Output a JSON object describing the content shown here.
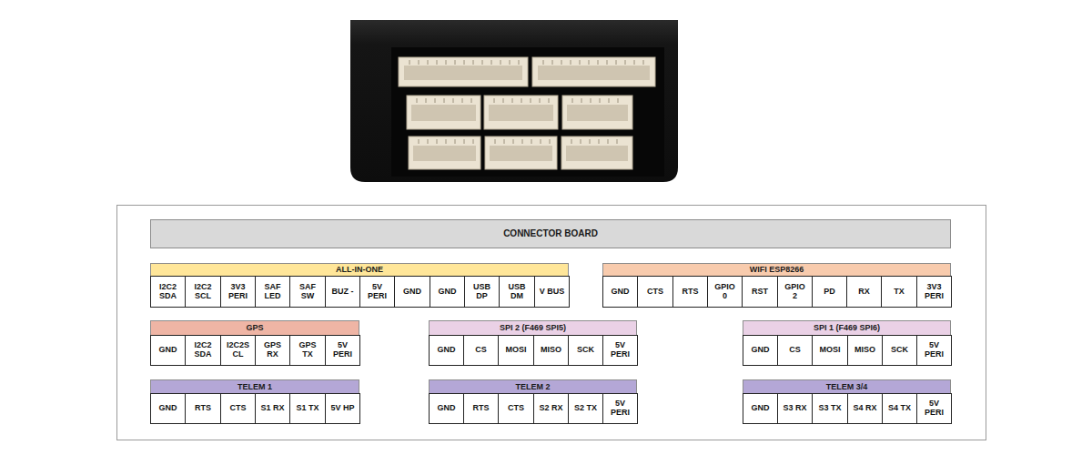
{
  "diagram": {
    "nodes": [
      {
        "text": [
          "CONNECTOR BOARD"
        ]
      },
      {
        "text": [
          "ALL-IN-ONE"
        ]
      },
      {
        "text": [
          "WIFI ESP8266"
        ]
      },
      {
        "text": [
          "GPS"
        ]
      },
      {
        "text": [
          "SPI 2 (F469 SPI5)"
        ]
      },
      {
        "text": [
          "SPI 1 (F469 SPI6)"
        ]
      },
      {
        "text": [
          "TELEM 1"
        ]
      },
      {
        "text": [
          "TELEM 2"
        ]
      },
      {
        "text": [
          "TELEM 3/4"
        ]
      }
    ],
    "labels": [
      "I2C2 SDA",
      "I2C2 SCL",
      "3V3 PERI",
      "SAF LED",
      "SAF SW",
      "BUZ -",
      "5V PERI",
      "GND",
      "GND",
      "USB DP",
      "USB DM",
      "V BUS",
      "GND",
      "CTS",
      "RTS",
      "GPIO 0",
      "RST",
      "GPIO 2",
      "PD",
      "RX",
      "TX",
      "3V3 PERI",
      "GND",
      "I2C2 SDA",
      "I2C2S CL",
      "GPS RX",
      "GPS TX",
      "5V PERI",
      "GND",
      "CS",
      "MOSI",
      "MISO",
      "SCK",
      "5V PERI",
      "GND",
      "CS",
      "MOSI",
      "MISO",
      "SCK",
      "5V PERI",
      "GND",
      "RTS",
      "CTS",
      "S1 RX",
      "S1 TX",
      "5V HP",
      "GND",
      "RTS",
      "CTS",
      "S2 RX",
      "S2 TX",
      "5V PERI",
      "GND",
      "S3 RX",
      "S3 TX",
      "S4 RX",
      "S4 TX",
      "5V PERI"
    ]
  }
}
